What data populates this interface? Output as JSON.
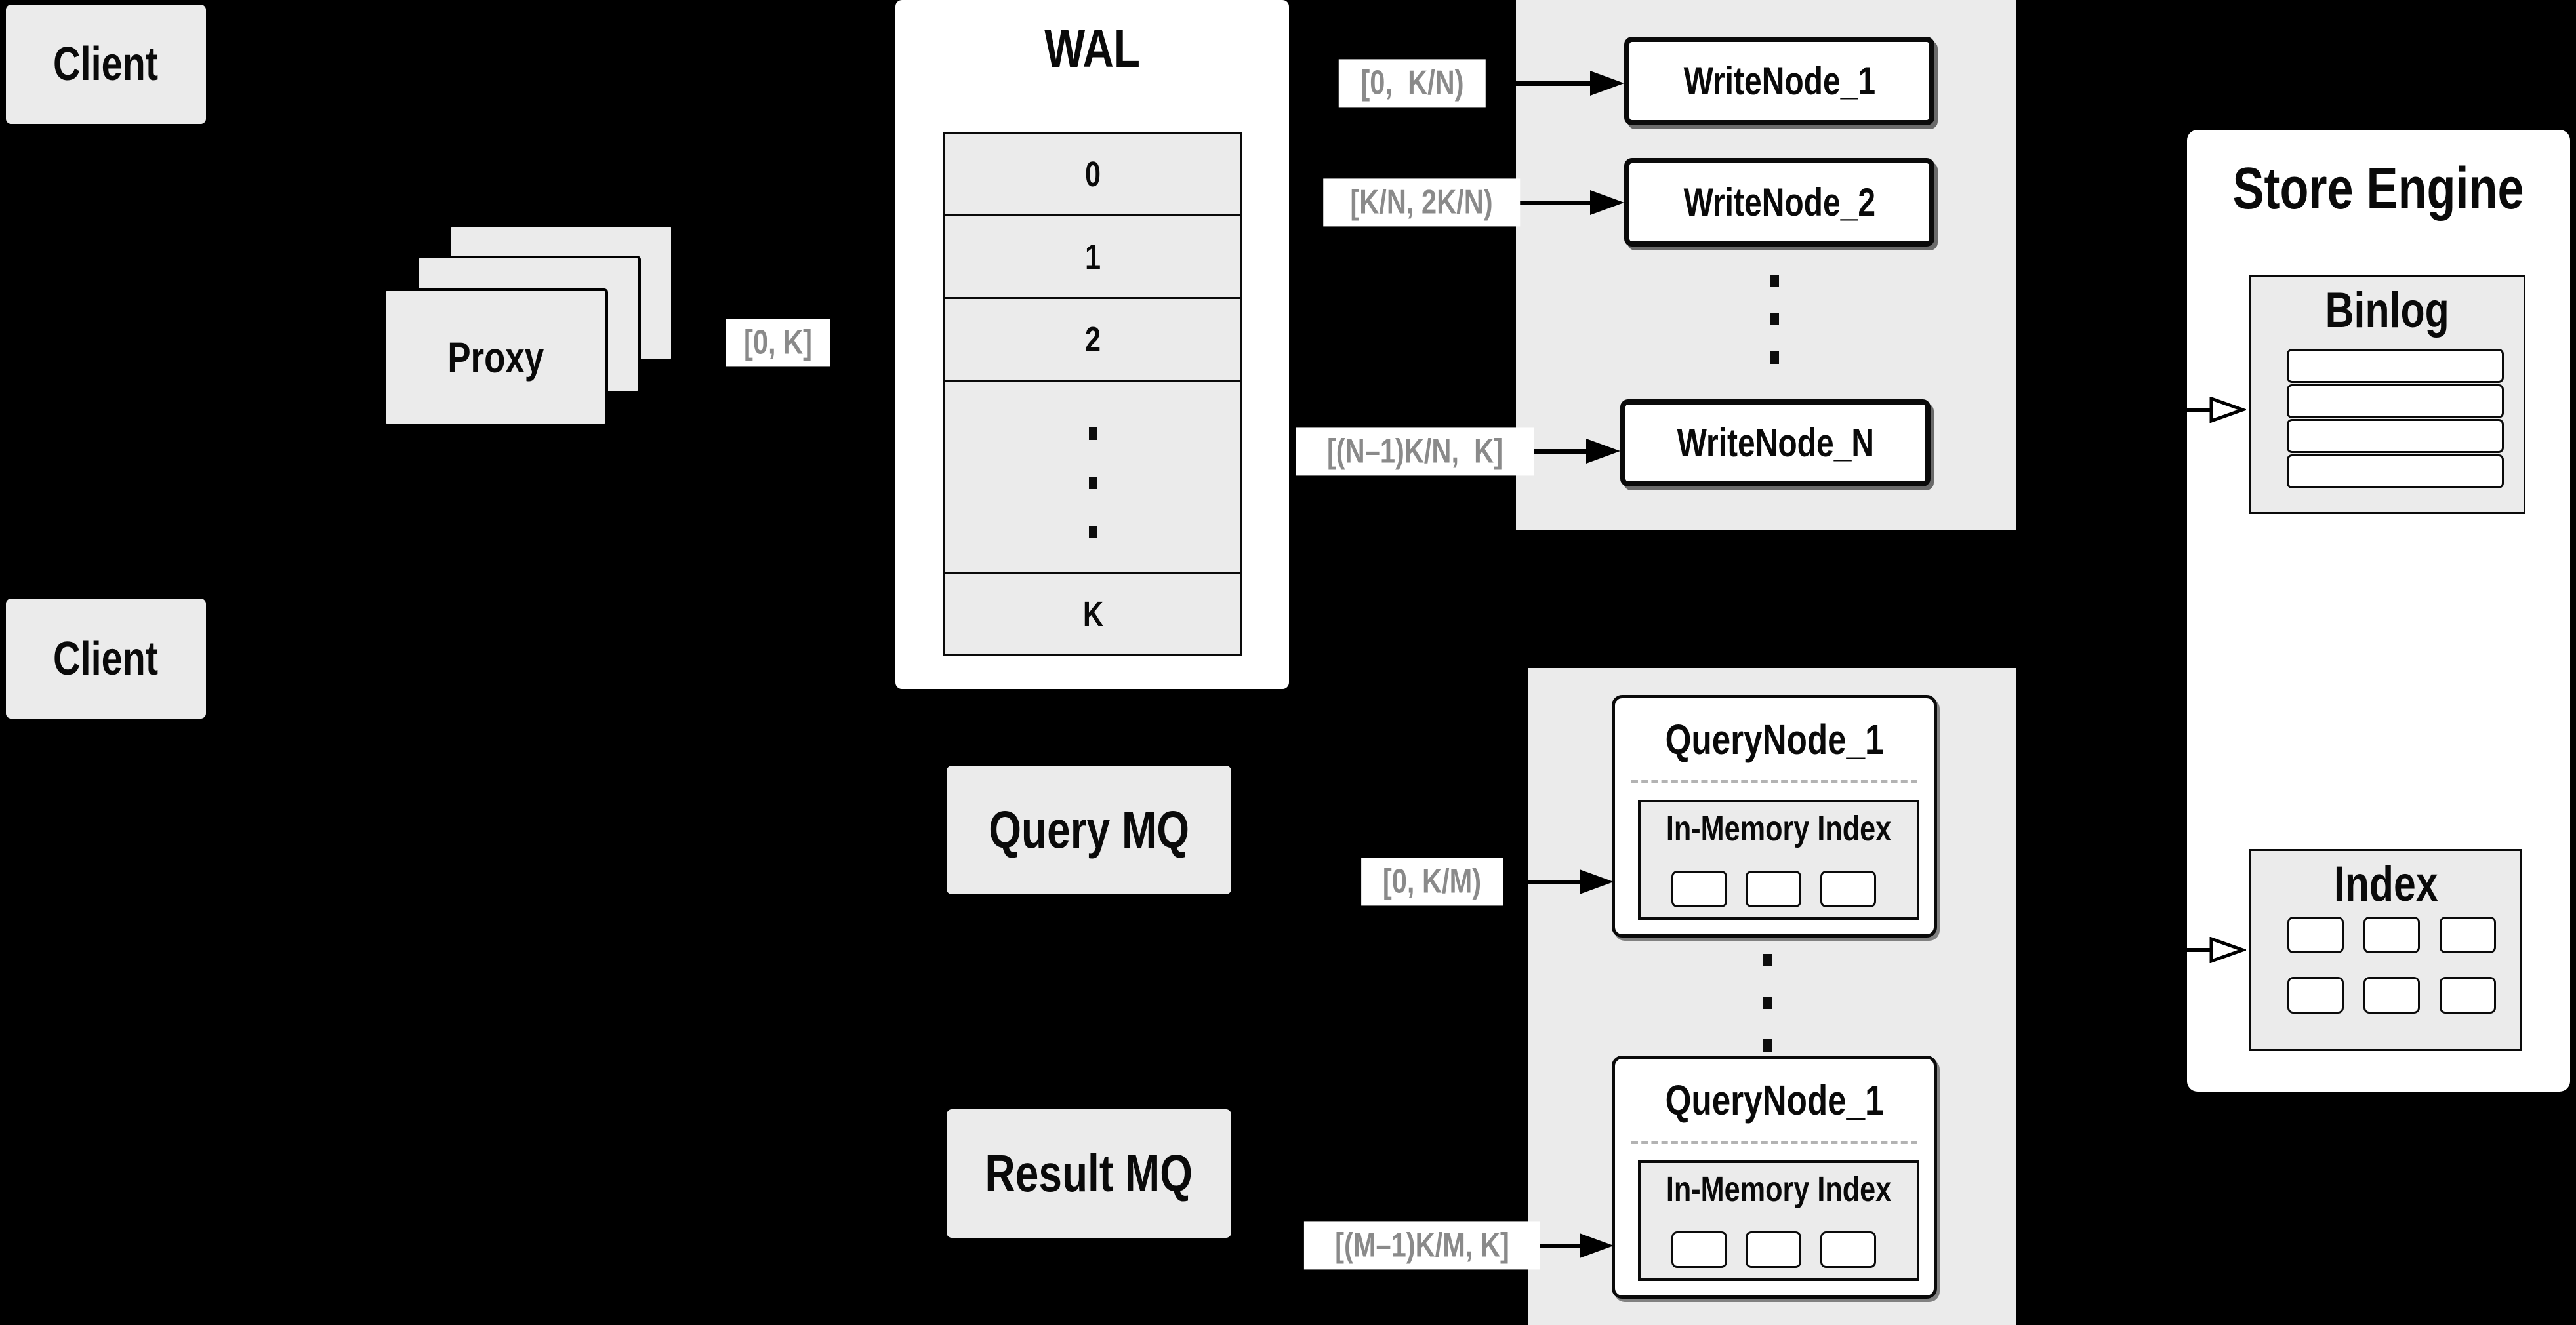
{
  "diagram": {
    "colors": {
      "background": "#000000",
      "panel_gray": "#ebebeb",
      "node_white": "#ffffff",
      "line_black": "#000000",
      "range_label_gray": "#8a8a8a",
      "dash_gray": "#b3b3b3"
    },
    "client_top": {
      "label": "Client"
    },
    "client_bottom": {
      "label": "Client"
    },
    "proxy": {
      "label": "Proxy"
    },
    "wal": {
      "title": "WAL",
      "rows": [
        "0",
        "1",
        "2"
      ],
      "last_row": "K"
    },
    "range_labels": {
      "proxy_out": "[0, K]",
      "write_1": "[0,  K/N)",
      "write_2": "[K/N, 2K/N)",
      "write_n": "[(N–1)K/N,  K]",
      "query_first": "[0, K/M)",
      "query_last": "[(M–1)K/M, K]"
    },
    "write_nodes": {
      "node_1": "WriteNode_1",
      "node_2": "WriteNode_2",
      "node_n": "WriteNode_N"
    },
    "mq": {
      "query": "Query MQ",
      "result": "Result MQ"
    },
    "query_nodes": {
      "top": {
        "title": "QueryNode_1",
        "inmem_title": "In-Memory Index"
      },
      "bottom": {
        "title": "QueryNode_1",
        "inmem_title": "In-Memory Index"
      }
    },
    "store_engine": {
      "title": "Store Engine",
      "binlog_title": "Binlog",
      "index_title": "Index"
    }
  }
}
